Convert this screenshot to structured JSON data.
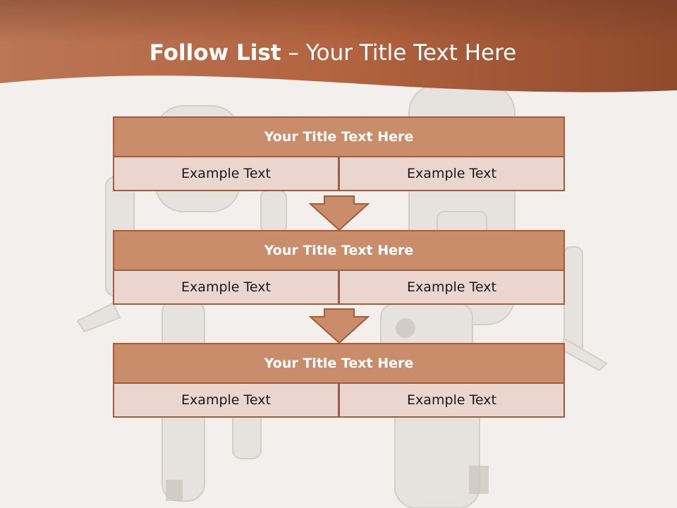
{
  "slide": {
    "title_bold": "Follow List",
    "title_rest": " – Your Title Text Here"
  },
  "colors": {
    "header": "#b3633f",
    "block_title_fill": "#c98d6c",
    "block_cell_fill": "#ebd6cf",
    "border": "#a65c3a",
    "arrow": "#c98d6c",
    "background": "#f3efec"
  },
  "blocks": [
    {
      "title": "Your Title Text Here",
      "left": "Example Text",
      "right": "Example Text"
    },
    {
      "title": "Your Title Text Here",
      "left": "Example Text",
      "right": "Example Text"
    },
    {
      "title": "Your Title Text Here",
      "left": "Example Text",
      "right": "Example Text"
    }
  ]
}
